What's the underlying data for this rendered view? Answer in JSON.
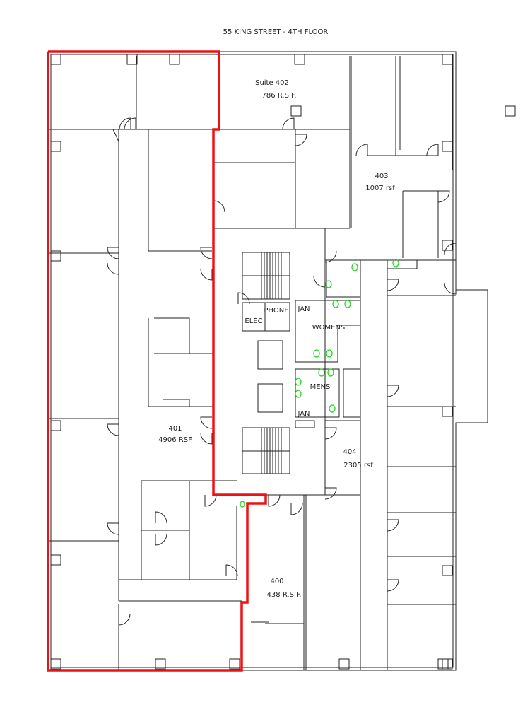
{
  "title": "55 KING STREET - 4TH FLOOR",
  "colors": {
    "boundary": "#ee1111",
    "walls": "#222222",
    "fixtures": "#1ed81e"
  },
  "suites": {
    "s402": {
      "name": "Suite 402",
      "area": "786 R.S.F."
    },
    "s403": {
      "name": "403",
      "area": "1007 rsf"
    },
    "s401": {
      "name": "401",
      "area": "4906 RSF"
    },
    "s404": {
      "name": "404",
      "area": "2305 rsf"
    },
    "s400": {
      "name": "400",
      "area": "438 R.S.F."
    }
  },
  "rooms": {
    "phone": "PHONE",
    "jan_upper": "JAN",
    "elec": "ELEC",
    "womens": "WOMENS",
    "mens": "MENS",
    "jan_lower": "JAN"
  }
}
